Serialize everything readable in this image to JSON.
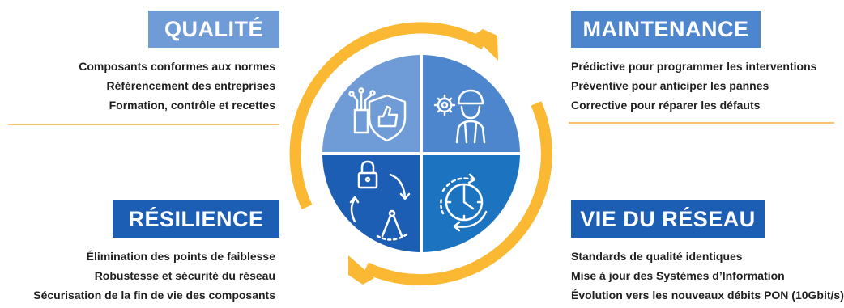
{
  "colors": {
    "arrow": "#fbb832",
    "divider": "#f7c46a",
    "q_tl": "#6f9bd6",
    "q_tr": "#4d86cd",
    "q_bl": "#1d5eb5",
    "q_br": "#1c74c0",
    "badge_light": "#6f9bd6",
    "badge_mid": "#4d86cd",
    "badge_dark": "#1d5eb5"
  },
  "sections": {
    "qualite": {
      "title": "QUALITÉ",
      "lines": [
        "Composants conformes aux normes",
        "Référencement des entreprises",
        "Formation, contrôle et recettes"
      ]
    },
    "maintenance": {
      "title": "MAINTENANCE",
      "lines": [
        "Prédictive pour programmer les interventions",
        "Préventive pour anticiper les pannes",
        "Corrective pour réparer les défauts"
      ]
    },
    "resilience": {
      "title": "RÉSILIENCE",
      "lines": [
        "Élimination des points de faiblesse",
        "Robustesse et sécurité du réseau",
        "Sécurisation de la fin de vie des composants"
      ]
    },
    "vie_reseau": {
      "title": "VIE DU RÉSEAU",
      "lines": [
        "Standards de qualité identiques",
        "Mise à jour des Systèmes d’Information",
        "Évolution vers les nouveaux débits PON (10Gbit/s)"
      ]
    }
  },
  "icons": {
    "top_left": "quality-shield-thumbs-up-icon",
    "top_right": "technician-gear-icon",
    "bottom_left": "padlock-compass-cycle-icon",
    "bottom_right": "clock-lifecycle-icon"
  }
}
